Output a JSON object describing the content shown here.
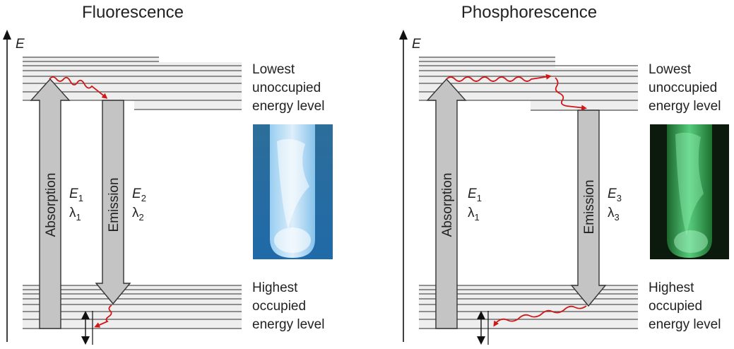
{
  "panels": [
    {
      "title": "Fluorescence",
      "axis_label": "E",
      "lumo_label": [
        "Lowest",
        "unoccupied",
        "energy level"
      ],
      "homo_label": [
        "Highest",
        "occupied",
        "energy level"
      ],
      "absorption_label": "Absorption",
      "emission_label": "Emission",
      "e_abs": {
        "main": "E",
        "sub": "1"
      },
      "l_abs": {
        "main": "λ",
        "sub": "1"
      },
      "e_em": {
        "main": "E",
        "sub": "2"
      },
      "l_em": {
        "main": "λ",
        "sub": "2"
      },
      "glow_color": "#4aa3e0",
      "photo_bg": "#2a6f9e"
    },
    {
      "title": "Phosphorescence",
      "axis_label": "E",
      "lumo_label": [
        "Lowest",
        "unoccupied",
        "energy level"
      ],
      "homo_label": [
        "Highest",
        "occupied",
        "energy level"
      ],
      "absorption_label": "Absorption",
      "emission_label": "Emission",
      "e_abs": {
        "main": "E",
        "sub": "1"
      },
      "l_abs": {
        "main": "λ",
        "sub": "1"
      },
      "e_em": {
        "main": "E",
        "sub": "3"
      },
      "l_em": {
        "main": "λ",
        "sub": "3"
      },
      "glow_color": "#3fc060",
      "photo_bg": "#0c1a0e"
    }
  ],
  "colors": {
    "arrow_fill": "#c4c4c4",
    "arrow_stroke": "#333333",
    "wavy": "#d01818",
    "band_fill": "#eeeeee",
    "level_line": "#555555"
  }
}
